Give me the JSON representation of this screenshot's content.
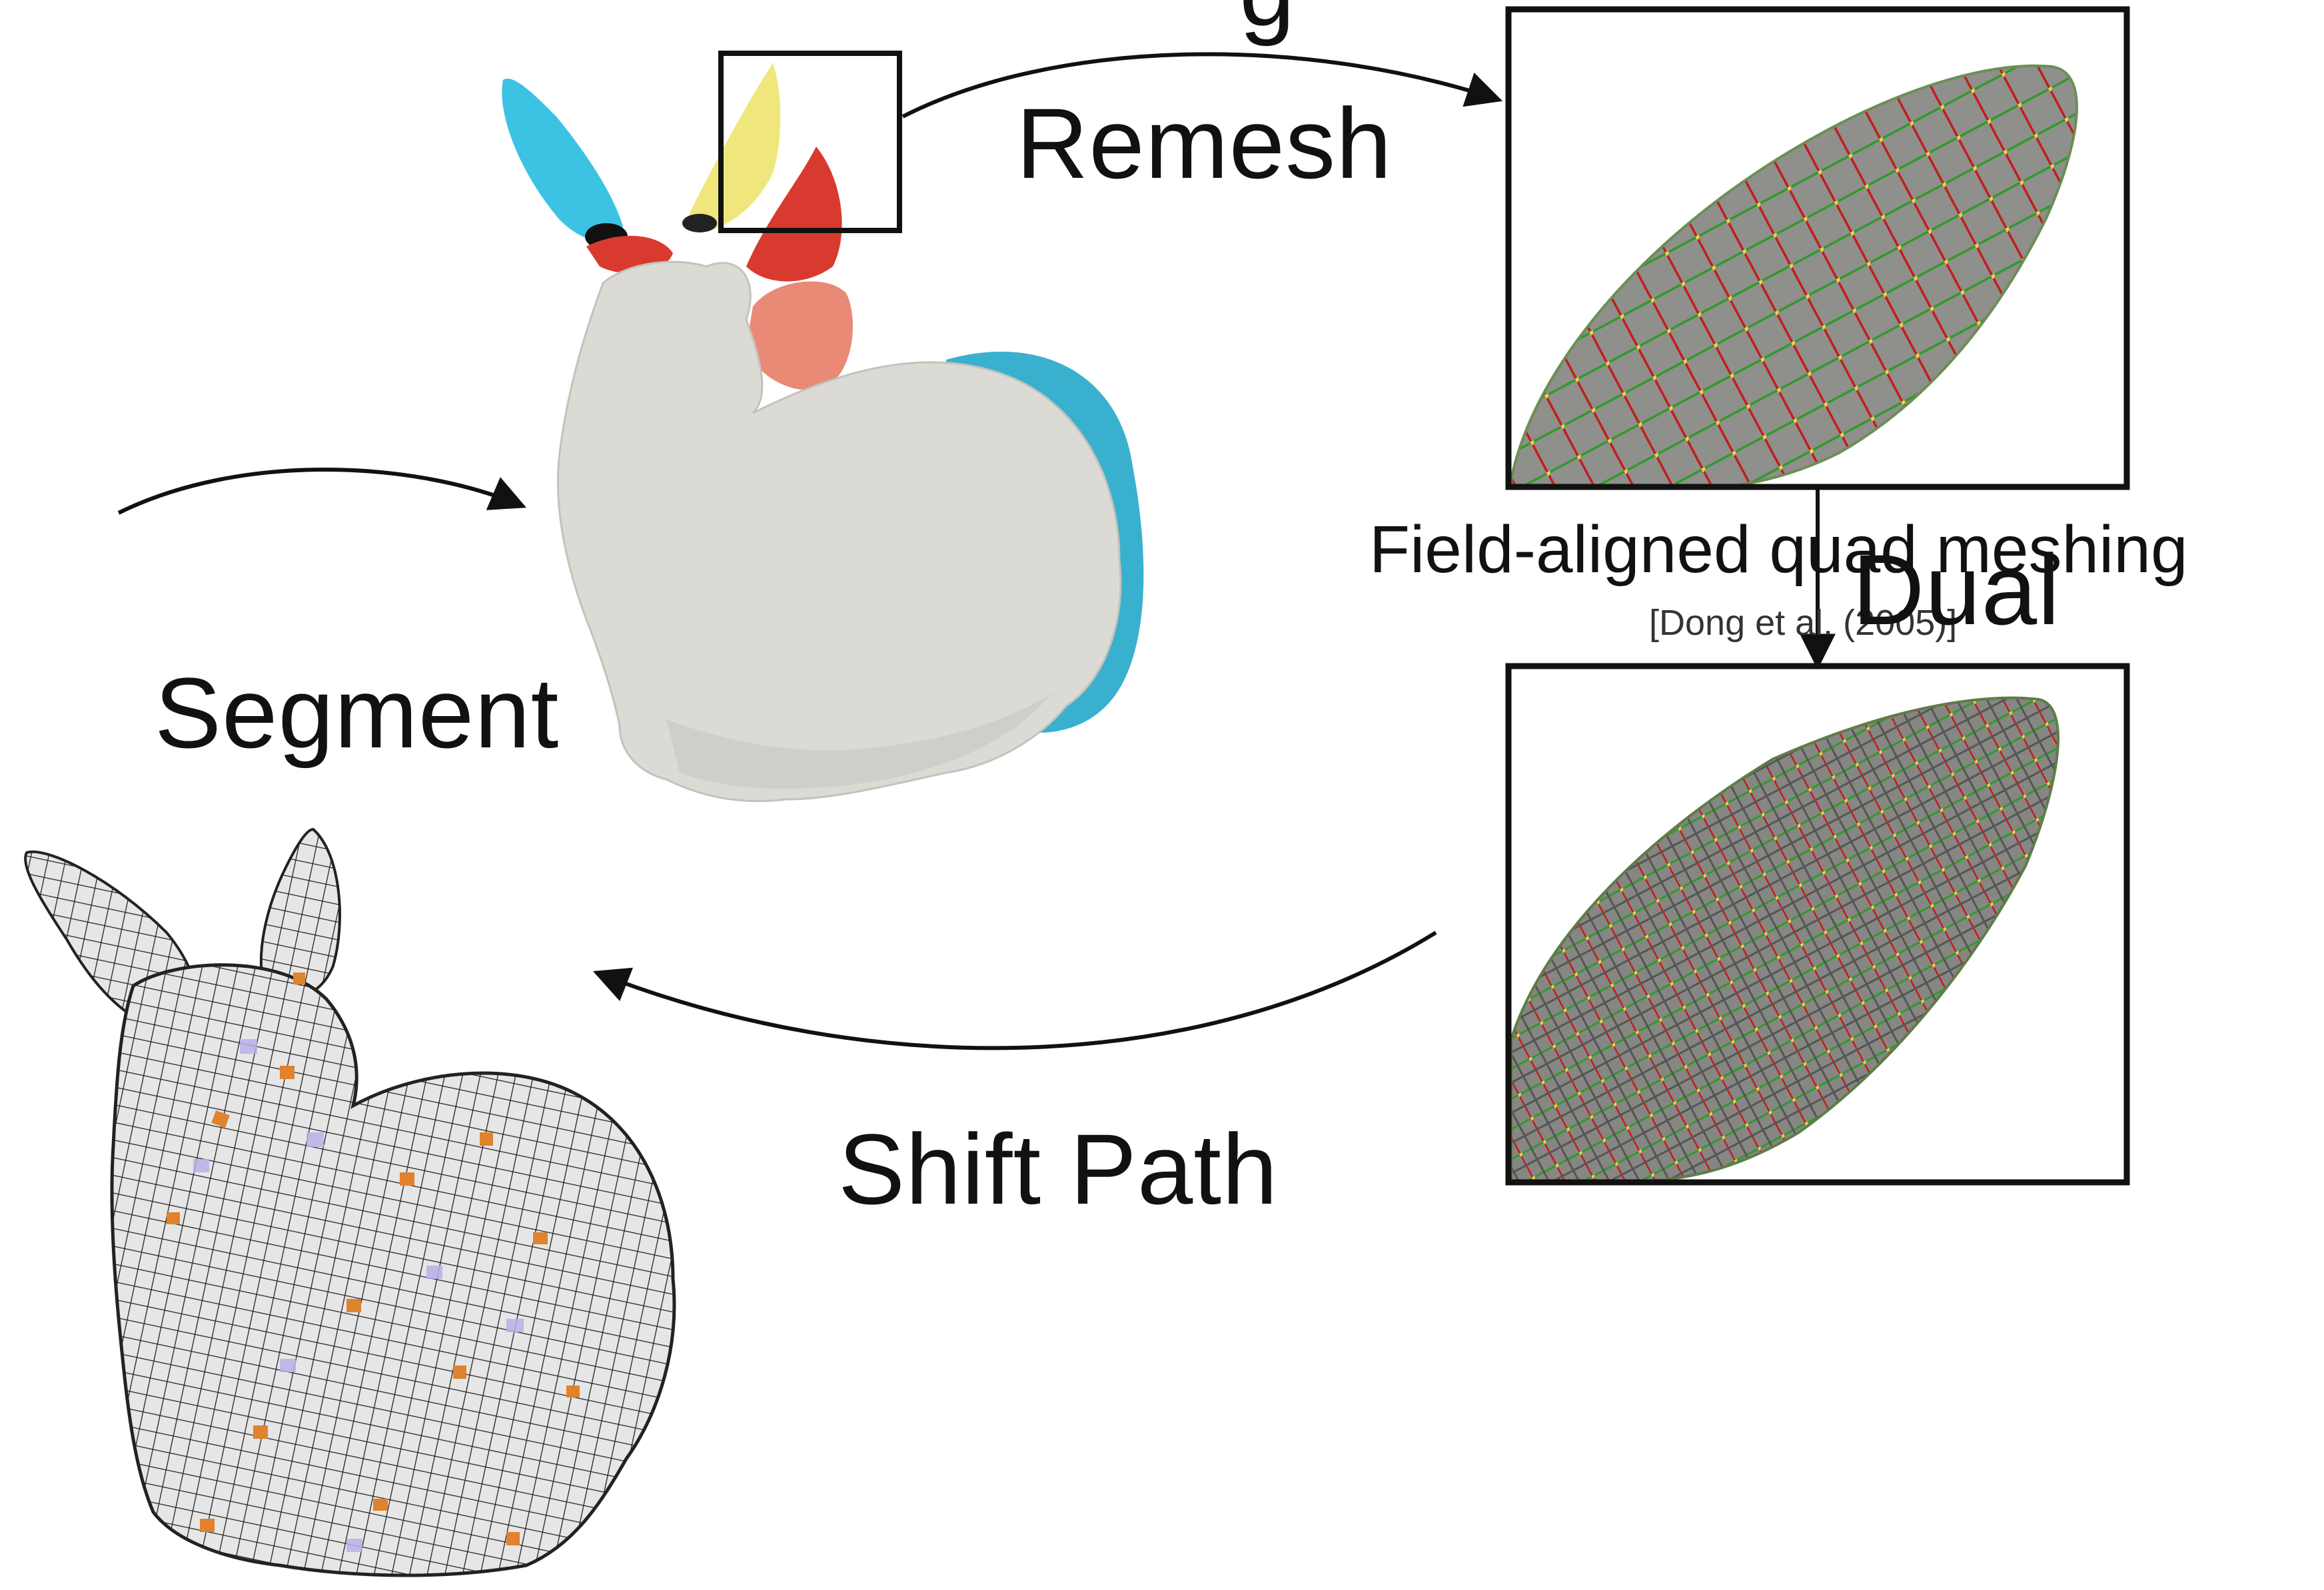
{
  "labels": {
    "remesh": "Remesh",
    "segment": "Segment",
    "field_aligned": "Field-aligned quad meshing",
    "citation": "[Dong et al. (2005)]",
    "dual": "Dual",
    "shift_path": "Shift Path"
  },
  "colors": {
    "bunny_gray": "#dcdad5",
    "ear_cyan": "#3cc3e3",
    "ear_yellow": "#efe77b",
    "ear_red": "#d93a2f",
    "neck_salmon": "#e88a76",
    "back_cyan": "#3ab0cf",
    "mesh_gray": "#8e8e8a",
    "edge_green": "#3fae3b",
    "edge_red": "#c21d1d",
    "node_yellow": "#e8d54a",
    "singularity_orange": "#e0822e",
    "singularity_purple": "#b7b0e8"
  },
  "icons": [
    "segmented-bunny",
    "ear-closeup-quad-mesh",
    "ear-closeup-dual-mesh",
    "quad-meshed-bunny"
  ]
}
